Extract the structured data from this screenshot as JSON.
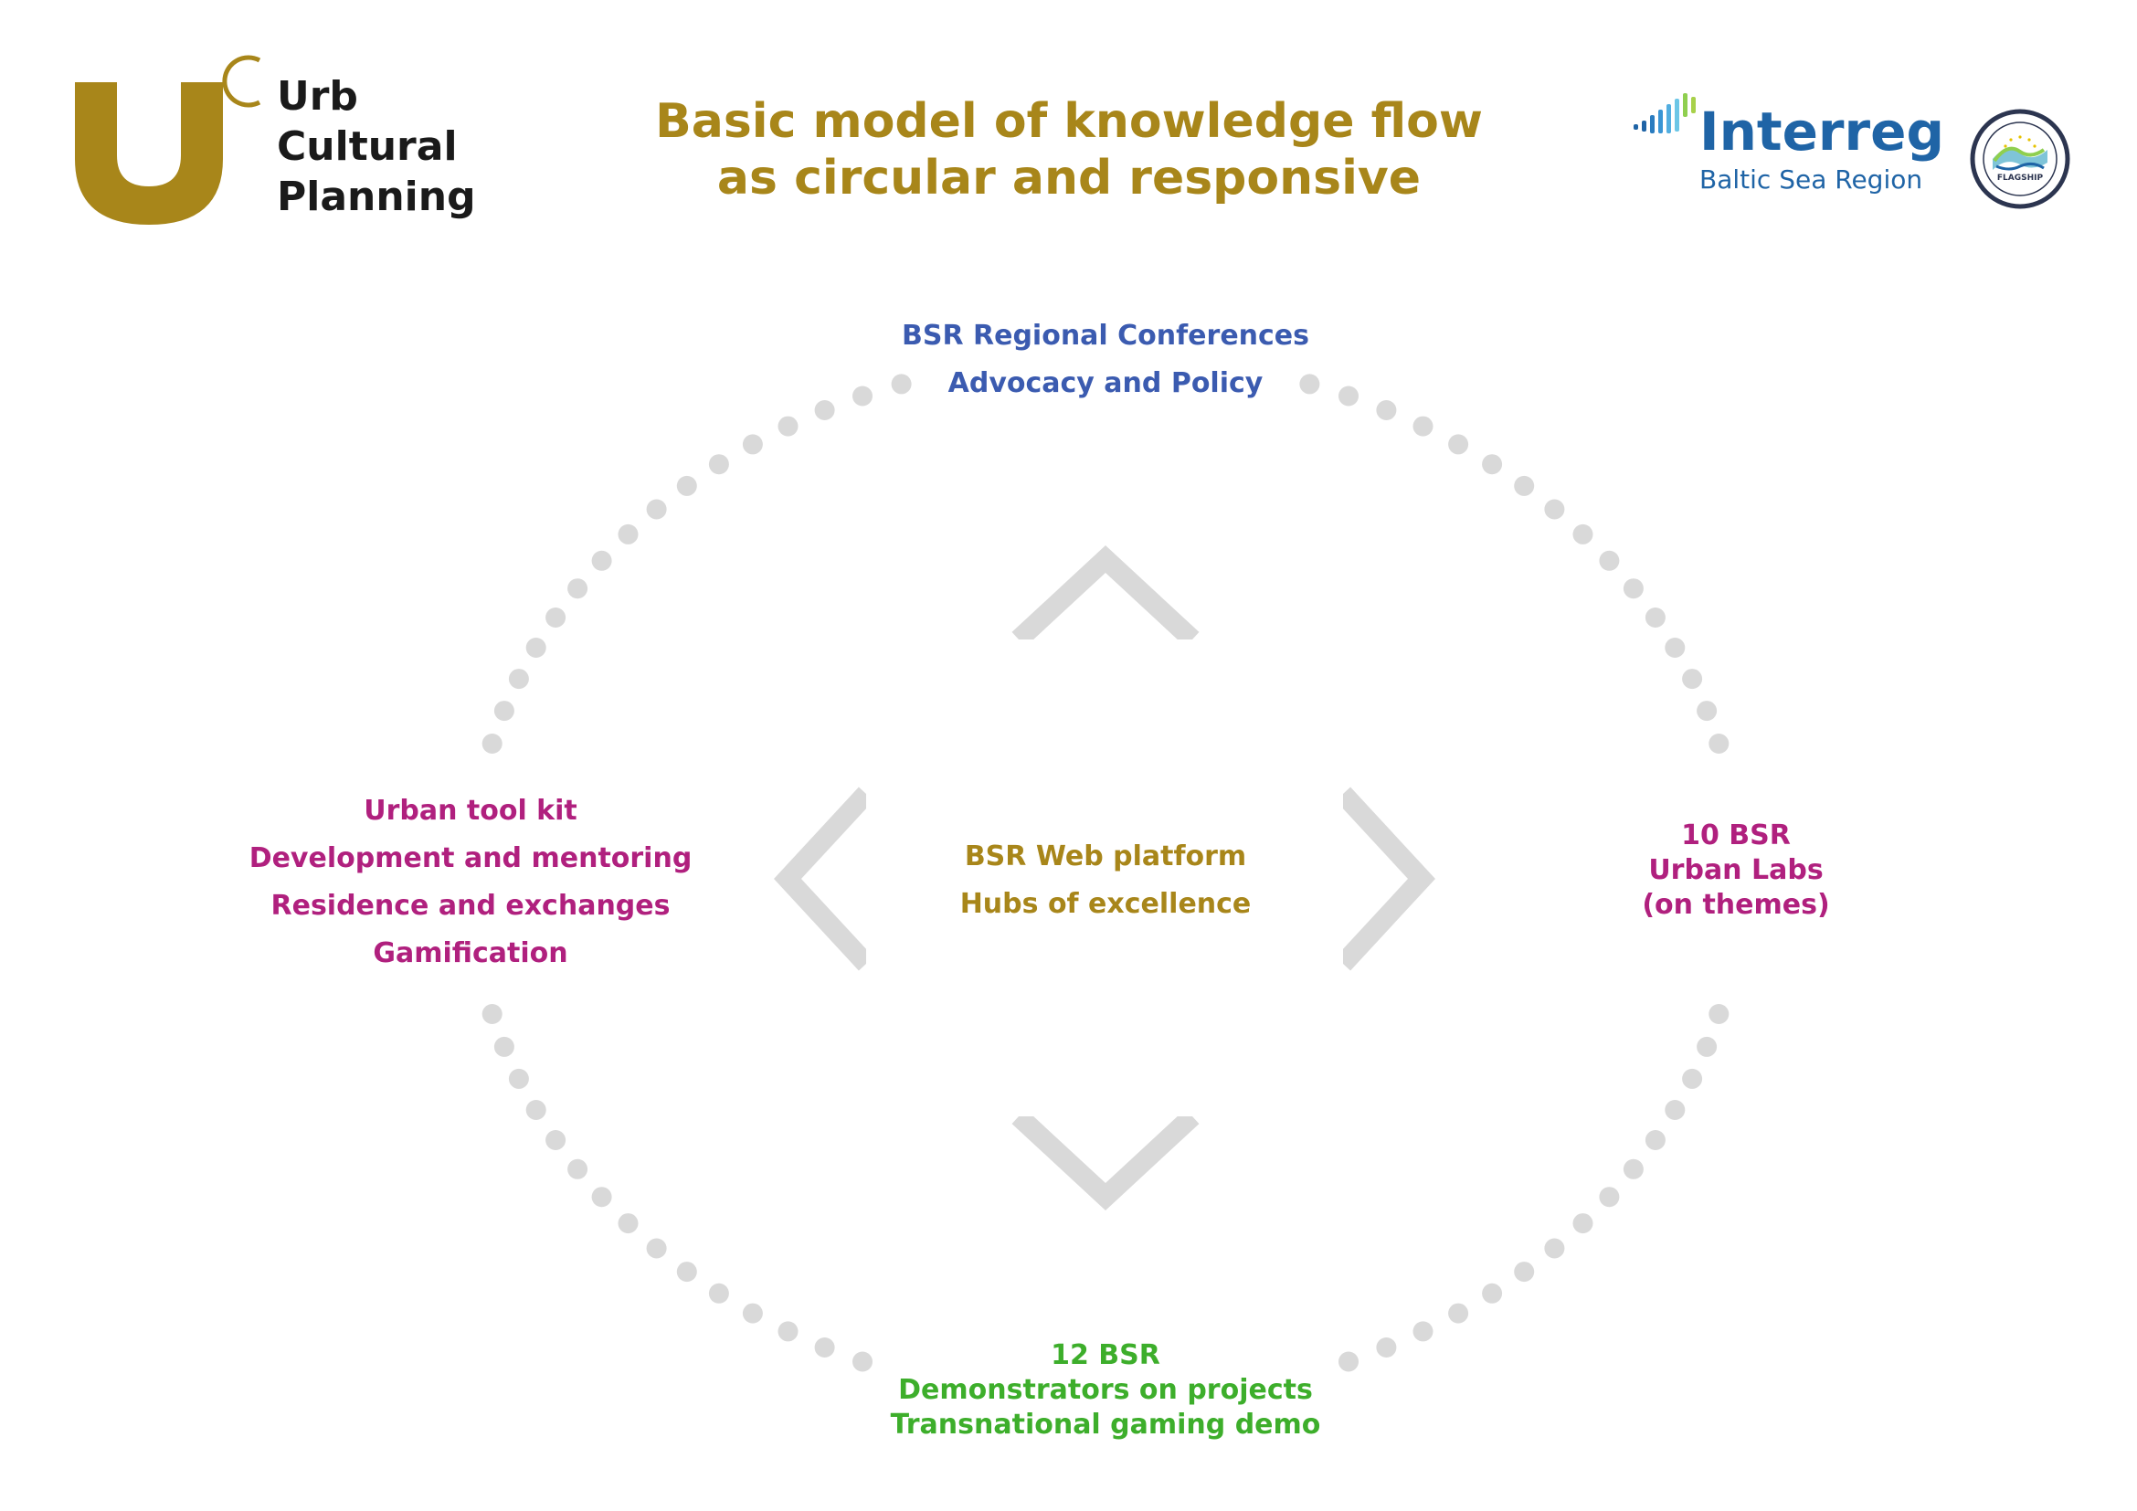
{
  "brand": {
    "logo_letter": "U",
    "logo_superscript": "C",
    "logo_lines": [
      "Urb",
      "Cultural",
      "Planning"
    ],
    "gold_color": "#a8861a"
  },
  "title": {
    "line1": "Basic model of knowledge flow",
    "line2": "as circular and responsive"
  },
  "partner_logos": {
    "interreg_name": "Interreg",
    "interreg_sub": "Baltic Sea Region",
    "seal_label": "FLAGSHIP",
    "interreg_color": "#1f64a6"
  },
  "diagram": {
    "top": {
      "lines": [
        "BSR Regional Conferences",
        "Advocacy and Policy"
      ],
      "color": "#3b5bb0"
    },
    "left": {
      "lines": [
        "Urban tool kit",
        "Development and mentoring",
        "Residence and exchanges",
        "Gamification"
      ],
      "color": "#b0207e"
    },
    "center": {
      "lines": [
        "BSR Web platform",
        "Hubs of excellence"
      ],
      "color": "#a8861a"
    },
    "right": {
      "lines": [
        "10 BSR",
        "Urban Labs",
        "(on themes)"
      ],
      "color": "#b0207e"
    },
    "bottom": {
      "lines": [
        "12 BSR",
        "Demonstrators on projects",
        "Transnational gaming demo"
      ],
      "color": "#3dae2b"
    },
    "dot_color": "#d9d9d9",
    "chevron_color": "#d9d9d9",
    "chevrons": [
      "up",
      "left",
      "right",
      "down"
    ]
  }
}
